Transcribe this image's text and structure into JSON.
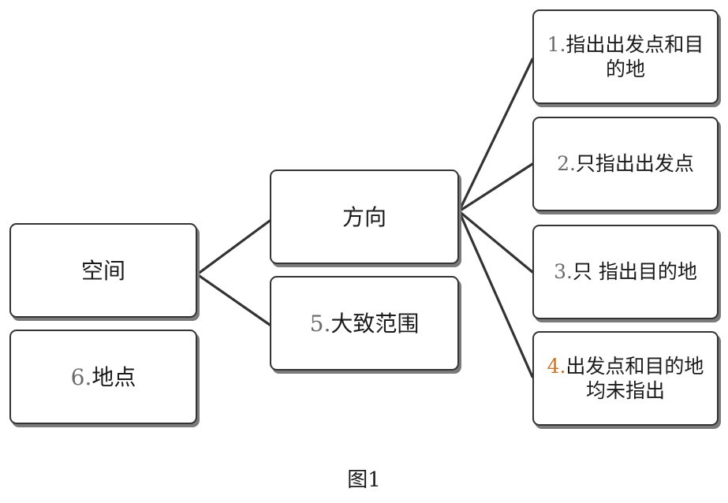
{
  "nodes": {
    "space": {
      "text": "空间"
    },
    "place": {
      "num": "6.",
      "text": "地点"
    },
    "direction": {
      "text": "方向"
    },
    "range": {
      "num": "5.",
      "text": "大致范围"
    },
    "origin_dest": {
      "num": "1.",
      "line1": "指出出发点和目",
      "line2": "的地"
    },
    "origin_only": {
      "num": "2.",
      "text": "只指出出发点"
    },
    "dest_only": {
      "num": "3.",
      "text": "只 指出目的地"
    },
    "neither": {
      "num": "4.",
      "line1": "出发点和目的地",
      "line2": "均未指出"
    }
  },
  "caption": "图1"
}
